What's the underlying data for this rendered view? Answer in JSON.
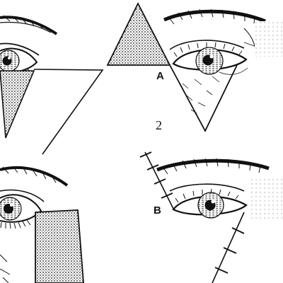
{
  "labels": {
    "point_a": "A",
    "point_b": "B",
    "figure_number": "2"
  },
  "colors": {
    "ink": "#111111",
    "paper": "#ffffff",
    "stipple": "#1a1a1a"
  }
}
